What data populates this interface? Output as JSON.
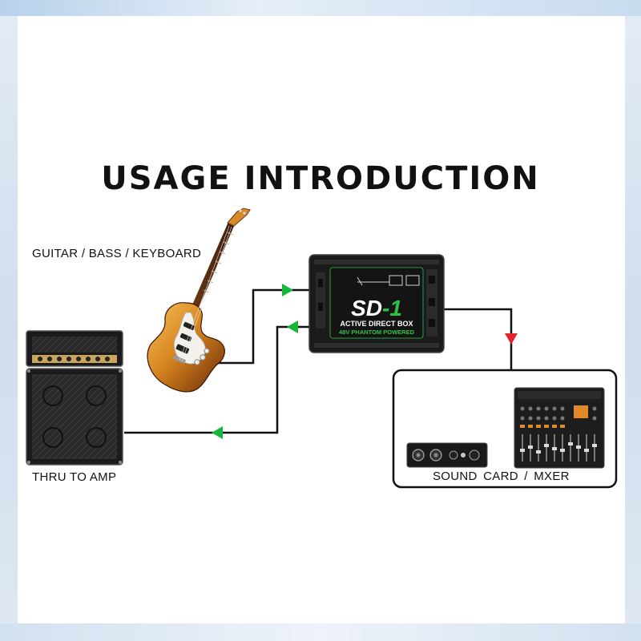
{
  "title": "USAGE INTRODUCTION",
  "labels": {
    "guitar": "GUITAR / BASS / KEYBOARD",
    "amp": "THRU TO AMP",
    "sound_card": "SOUND CARD  /  MXER"
  },
  "device": {
    "model": "SD-1",
    "model_prefix": "SD",
    "model_suffix": "-1",
    "line1": "ACTIVE DIRECT BOX",
    "line2": "48V PHANTOM POWERED"
  },
  "colors": {
    "arrow_green": "#16b83a",
    "arrow_red": "#e0242a",
    "device_green": "#2ec24a",
    "wire": "#111111"
  }
}
